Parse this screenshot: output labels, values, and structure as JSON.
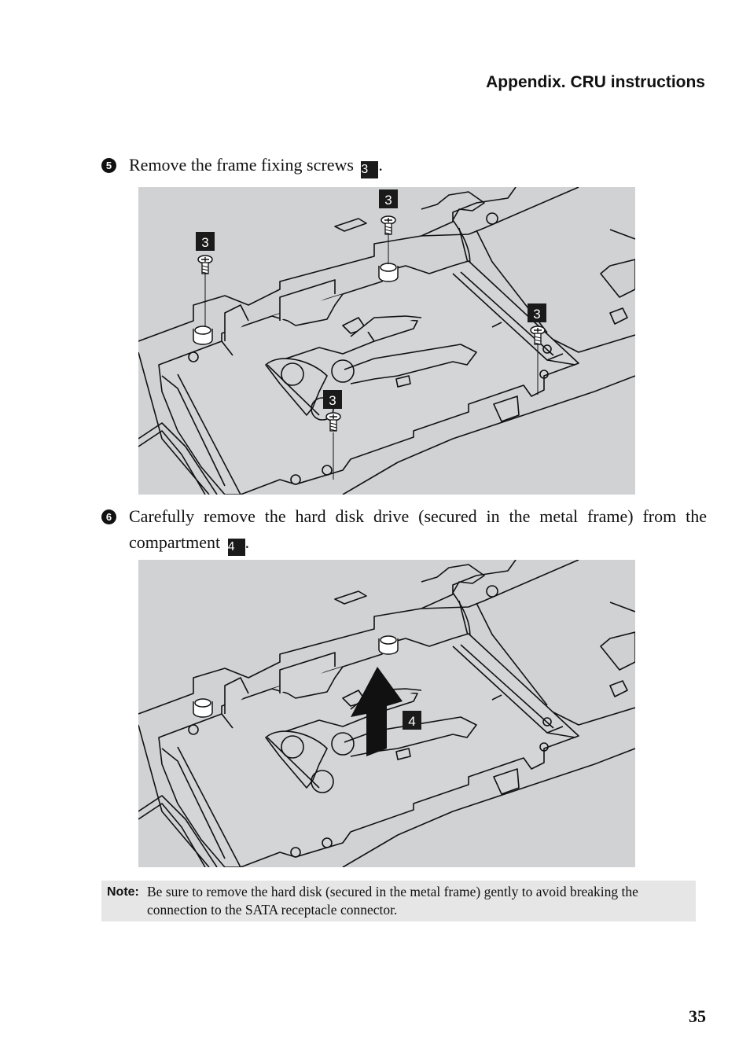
{
  "header": {
    "title": "Appendix. CRU instructions"
  },
  "steps": [
    {
      "number": "5",
      "text": "Remove the frame fixing screws",
      "tag": "3",
      "suffix": "."
    },
    {
      "number": "6",
      "text": "Carefully remove the hard disk drive (secured in the metal frame) from the compartment",
      "tag": "4",
      "suffix": "."
    }
  ],
  "figure1": {
    "callouts": [
      "3",
      "3",
      "3",
      "3"
    ]
  },
  "figure2": {
    "callouts": [
      "4"
    ]
  },
  "note": {
    "label": "Note:",
    "text": "Be sure to remove the hard disk (secured in the metal frame) gently to avoid breaking the connection to the SATA receptacle connector."
  },
  "page_number": "35",
  "colors": {
    "figure_bg": "#d1d2d4",
    "note_bg": "#e6e6e6",
    "callout_bg": "#1a1a1a"
  }
}
